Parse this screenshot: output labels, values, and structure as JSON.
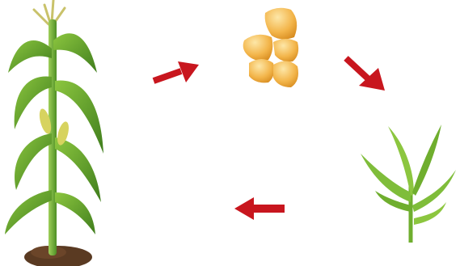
{
  "diagram": {
    "type": "life-cycle",
    "stages": [
      {
        "id": "mature-plant",
        "icon": "mature-corn-plant"
      },
      {
        "id": "kernels",
        "icon": "corn-kernels"
      },
      {
        "id": "seedling",
        "icon": "young-corn-seedling"
      }
    ],
    "flow": [
      "mature-plant",
      "kernels",
      "seedling",
      "mature-plant"
    ],
    "colors": {
      "arrow": "#c8161e",
      "leaf": "#6fae2e",
      "leaf_dark": "#3f7d1d",
      "tassel": "#c9c26a",
      "kernel": "#f1b54b",
      "soil": "#5a3a22",
      "background": "#ffffff"
    }
  }
}
